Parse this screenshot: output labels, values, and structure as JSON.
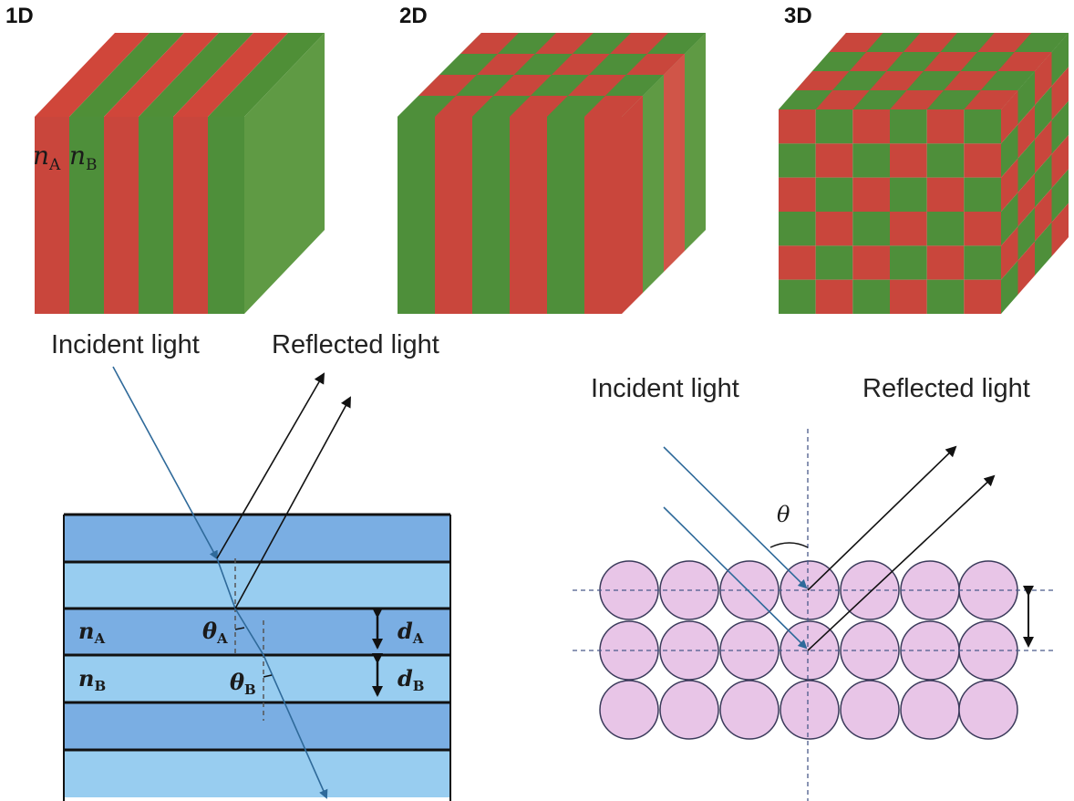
{
  "panels": {
    "one_d": {
      "label": "1D"
    },
    "two_d": {
      "label": "2D"
    },
    "three_d": {
      "label": "3D"
    }
  },
  "colors": {
    "red": "#c9463c",
    "green": "#4e8f3a",
    "layer_dark": "#7aaee3",
    "layer_light": "#98cdf0",
    "sphere": "#e8c5e7"
  },
  "cube_1d": {
    "n_a": "n",
    "n_a_sub": "A",
    "n_b": "n",
    "n_b_sub": "B"
  },
  "left_diagram": {
    "incident_label": "Incident light",
    "reflected_label": "Reflected light",
    "n_a": "n",
    "n_a_sub": "A",
    "n_b": "n",
    "n_b_sub": "B",
    "theta_a": "θ",
    "theta_a_sub": "A",
    "theta_b": "θ",
    "theta_b_sub": "B",
    "d_a": "d",
    "d_a_sub": "A",
    "d_b": "d",
    "d_b_sub": "B"
  },
  "right_diagram": {
    "incident_label": "Incident light",
    "reflected_label": "Reflected light",
    "theta": "θ"
  }
}
